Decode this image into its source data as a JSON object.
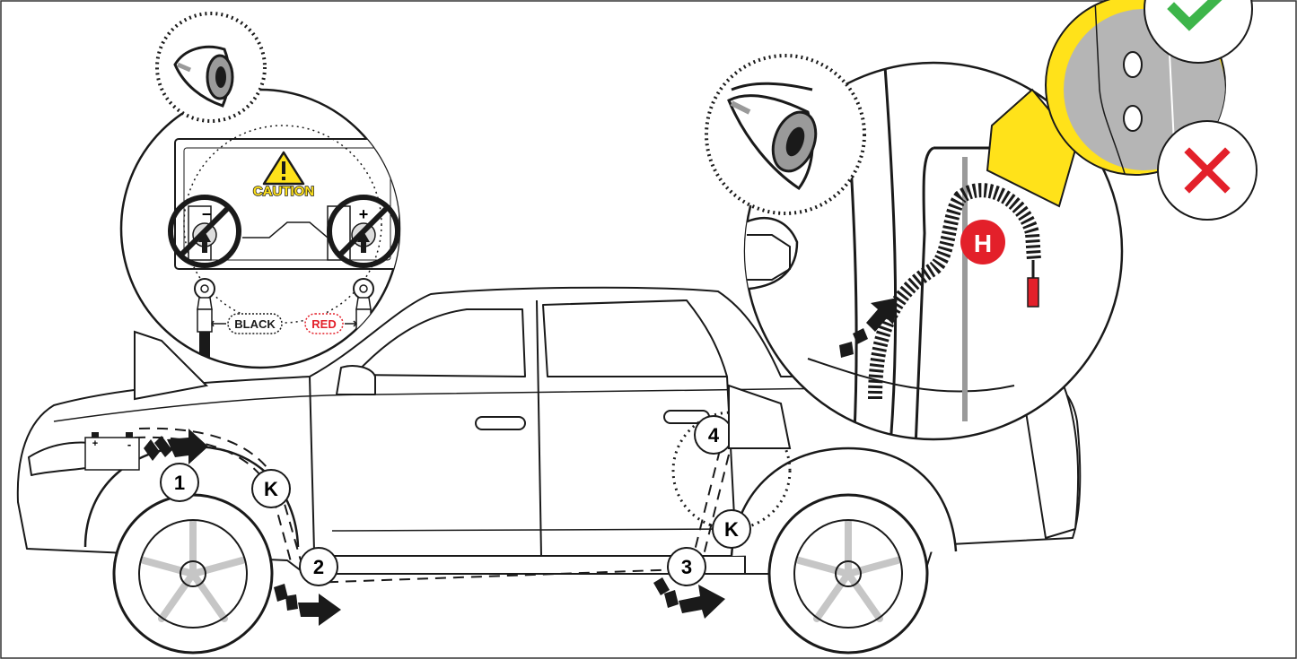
{
  "battery_terminal": {
    "negative_symbol": "−",
    "positive_symbol": "+",
    "caution_label": "CAUTION",
    "black_label": "BLACK",
    "red_label": "RED"
  },
  "battery_icon": {
    "plus": "+",
    "minus": "-"
  },
  "steps": {
    "s1": "1",
    "s2": "2",
    "s3": "3",
    "s4": "4"
  },
  "parts": {
    "k_front": "K",
    "k_rear": "K",
    "h_connector": "H"
  },
  "colors": {
    "red_cable": "#e3202a",
    "caution_yellow": "#ffe21a",
    "check_green": "#3db54a",
    "cross_red": "#e3202a",
    "loop_gray": "#9a9a9a"
  },
  "icons": [
    "eye-icon",
    "check-icon",
    "cross-icon",
    "battery-icon",
    "prohibit-icon",
    "warning-triangle-icon",
    "arrow-icon"
  ]
}
